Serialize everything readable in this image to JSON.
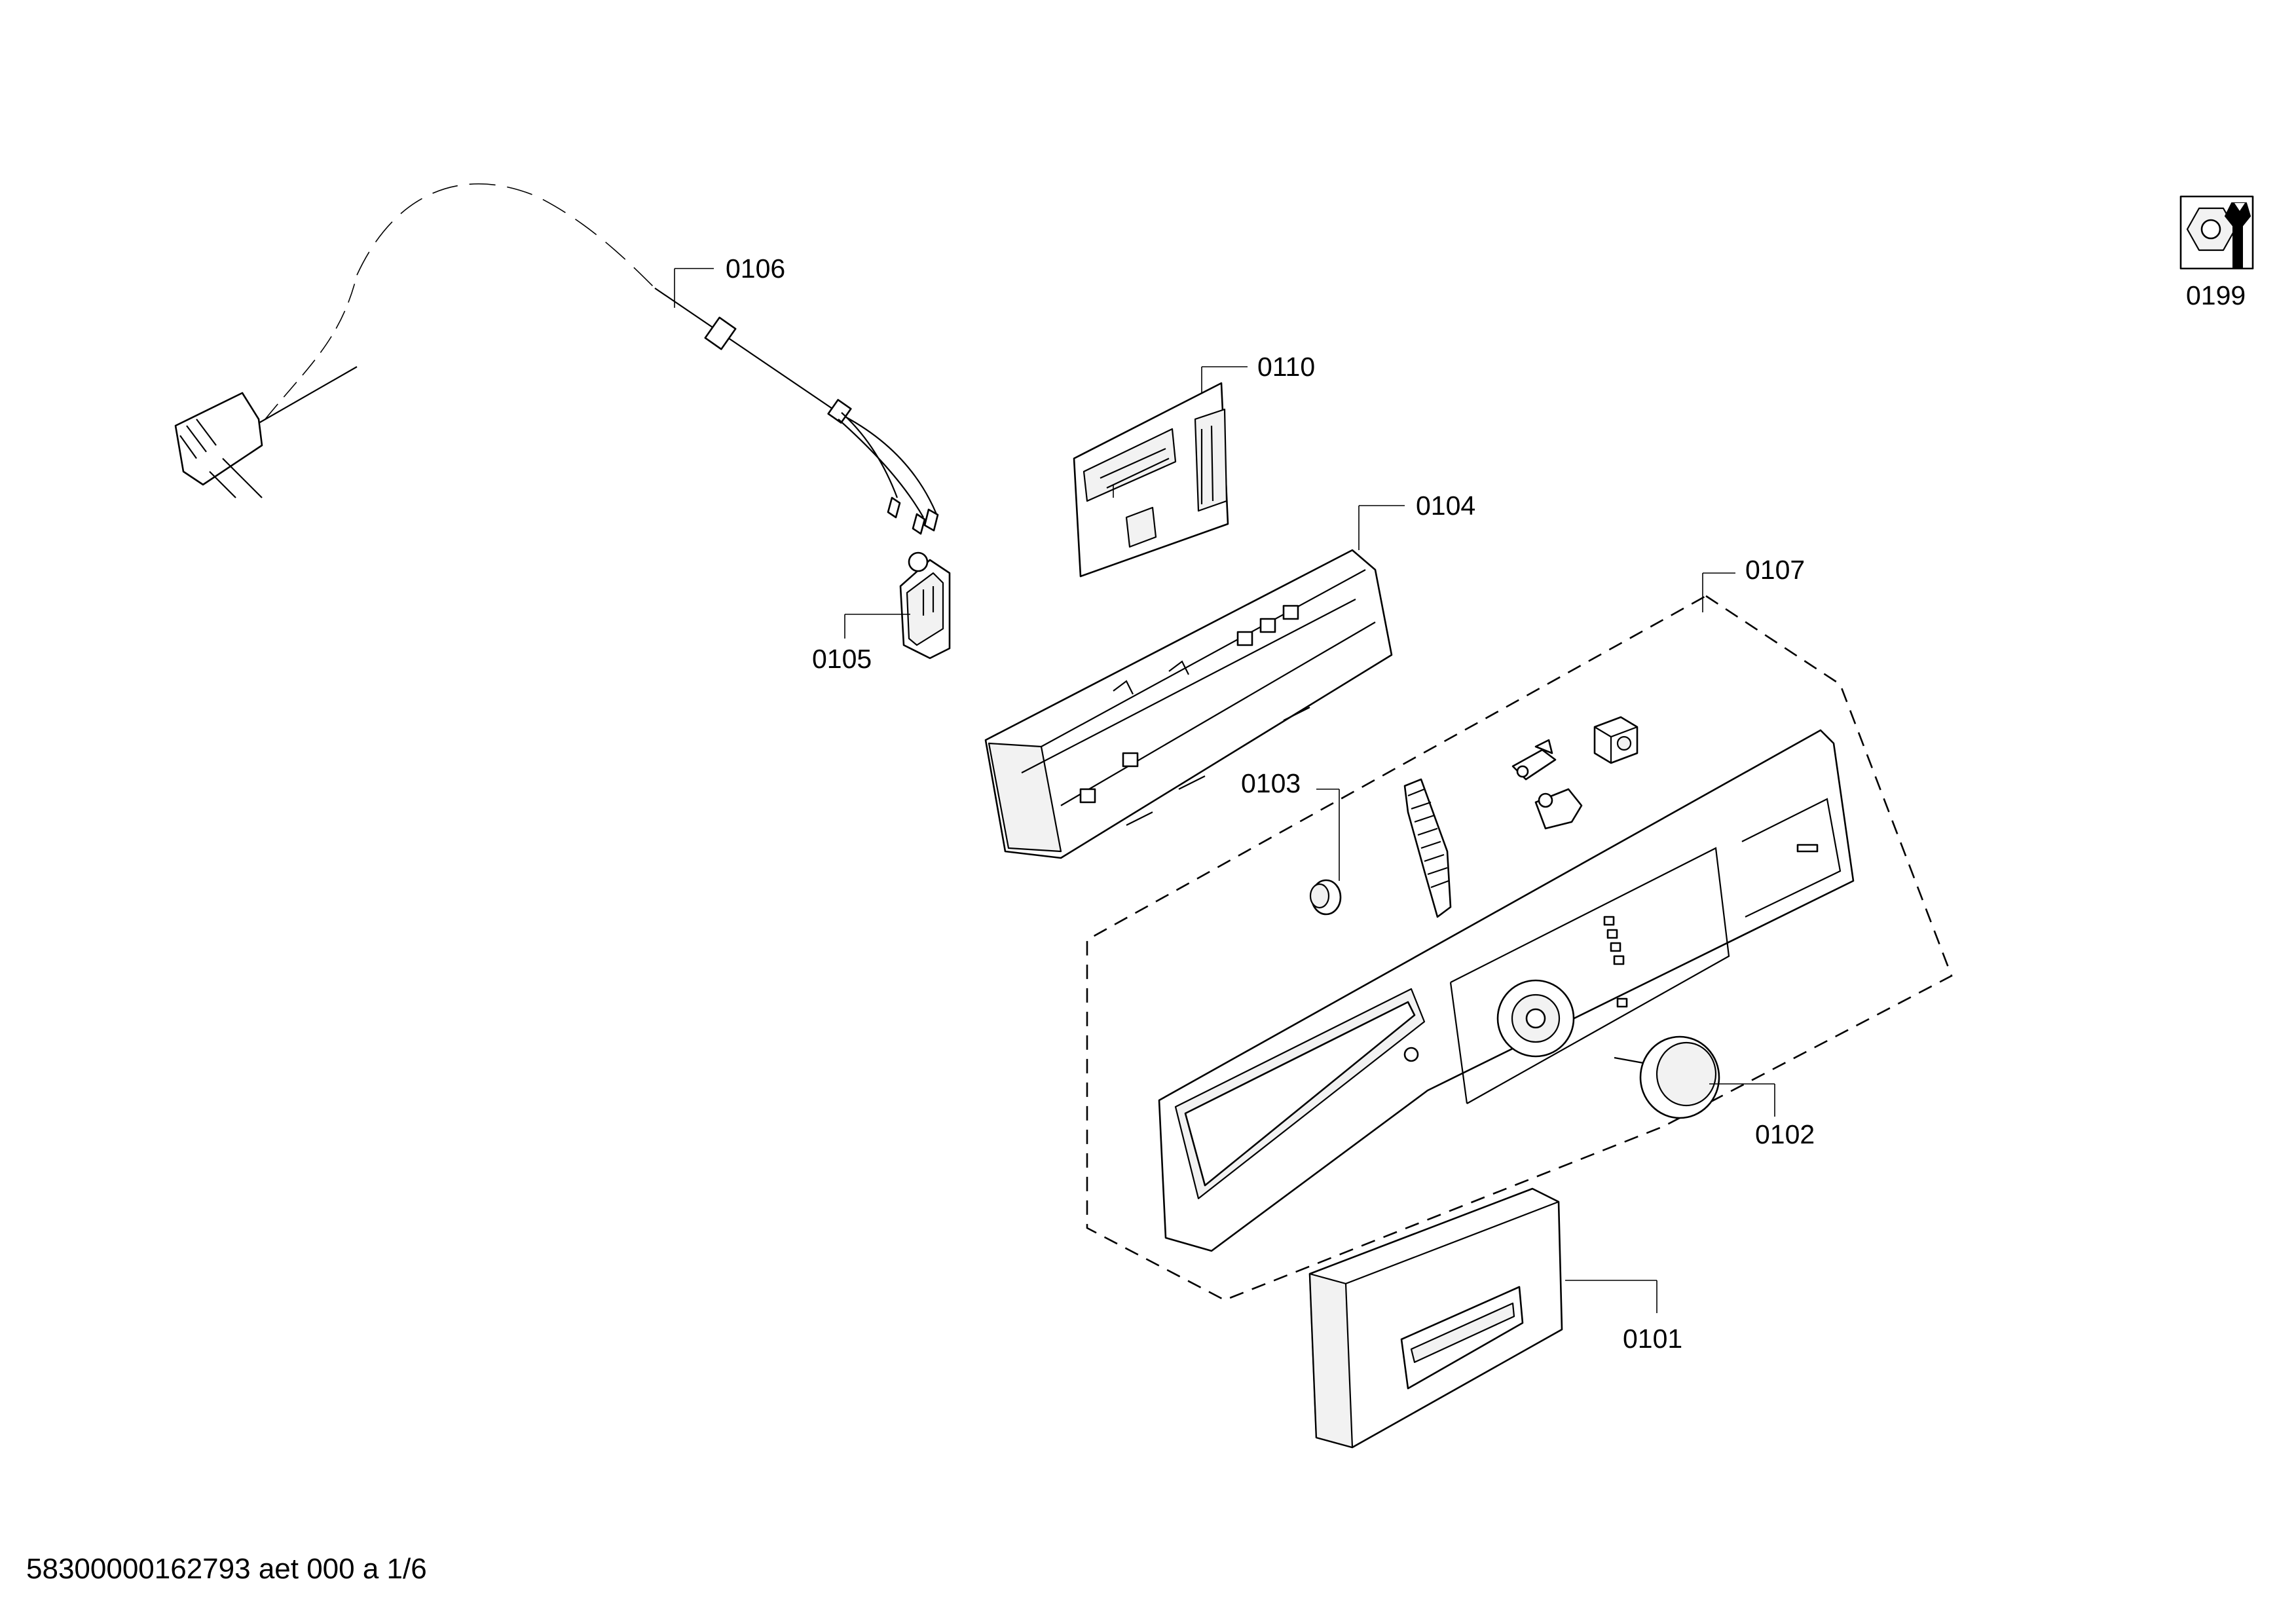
{
  "diagram": {
    "parts": [
      {
        "id": "0101",
        "label": "0101"
      },
      {
        "id": "0102",
        "label": "0102"
      },
      {
        "id": "0103",
        "label": "0103"
      },
      {
        "id": "0104",
        "label": "0104"
      },
      {
        "id": "0105",
        "label": "0105"
      },
      {
        "id": "0106",
        "label": "0106"
      },
      {
        "id": "0107",
        "label": "0107"
      },
      {
        "id": "0110",
        "label": "0110"
      },
      {
        "id": "0199",
        "label": "0199"
      }
    ],
    "footer": "58300000162793 aet 000 a 1/6"
  }
}
